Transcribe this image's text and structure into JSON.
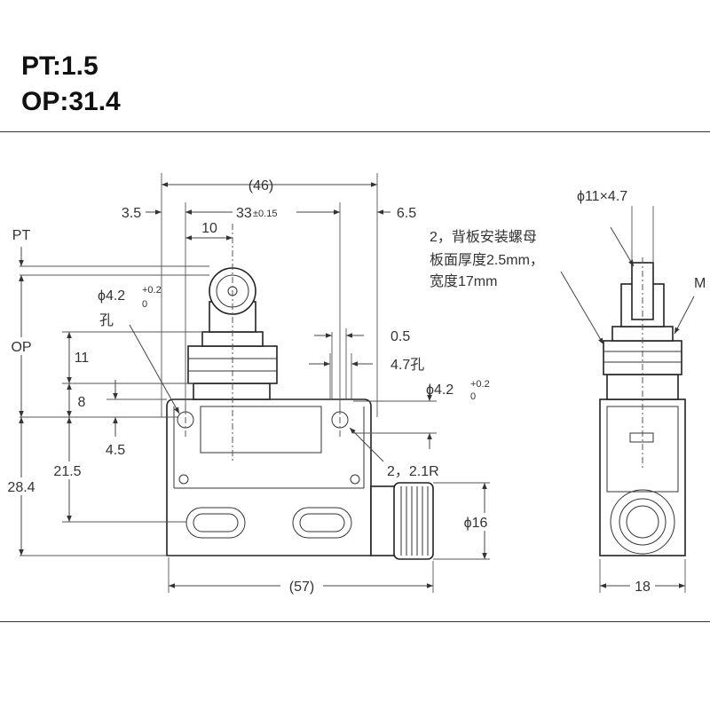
{
  "header": {
    "pt": "PT:1.5",
    "op": "OP:31.4"
  },
  "front_view": {
    "overall_top": "(46)",
    "left_offset": "3.5",
    "hole_spacing": "33",
    "hole_spacing_tol": "±0.15",
    "right_offset": "6.5",
    "roller_offset": "10",
    "pt_label": "PT",
    "op_label": "OP",
    "hole_dia": "ϕ4.2",
    "hole_tol_upper": "+0.2",
    "hole_tol_lower": "0",
    "hole_note": "孔",
    "dim_11": "11",
    "dim_8": "8",
    "dim_4_5": "4.5",
    "dim_21_5": "21.5",
    "dim_28_4": "28.4",
    "dim_0_5": "0.5",
    "dim_4_7": "4.7孔",
    "right_hole_dia": "ϕ4.2",
    "right_hole_tol_upper": "+0.2",
    "right_hole_tol_lower": "0",
    "radius_note": "2，2.1R",
    "nut_dia": "ϕ16",
    "overall_bottom": "(57)"
  },
  "side_view": {
    "roller_size": "ϕ11×4.7",
    "note_line1": "2，背板安装螺母",
    "note_line2": "板面厚度2.5mm，",
    "note_line3": "宽度17mm",
    "thread_label": "M",
    "width": "18"
  }
}
